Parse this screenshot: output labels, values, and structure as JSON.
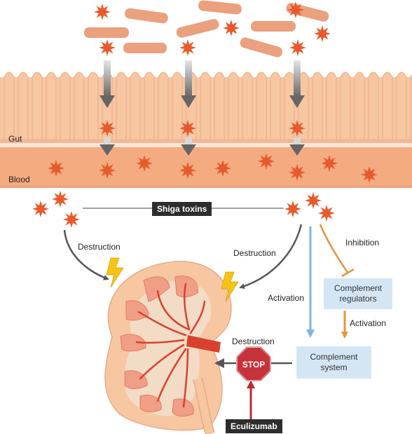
{
  "regions": {
    "gut": "Gut",
    "blood": "Blood"
  },
  "toxin_label": "Shiga toxins",
  "process_labels": {
    "destruction_left": "Destruction",
    "destruction_right": "Destruction",
    "destruction_stop": "Destruction",
    "inhibition": "Inhibition",
    "activation_left": "Activation",
    "activation_right": "Activation"
  },
  "boxes": {
    "regulators_line1": "Complement",
    "regulators_line2": "regulators",
    "system_line1": "Complement",
    "system_line2": "system"
  },
  "stop_sign": "STOP",
  "drug_label": "Eculizumab",
  "colors": {
    "bacteria": "#eba07e",
    "toxin": "#e85a2c",
    "tissue": "#f7c7a2",
    "blood": "#f4ab80",
    "complement_box": "#d4e6f4",
    "activation_arrow": "#7fb7df",
    "inhibition_arrow": "#e8953a",
    "stop": "#c8323a"
  }
}
